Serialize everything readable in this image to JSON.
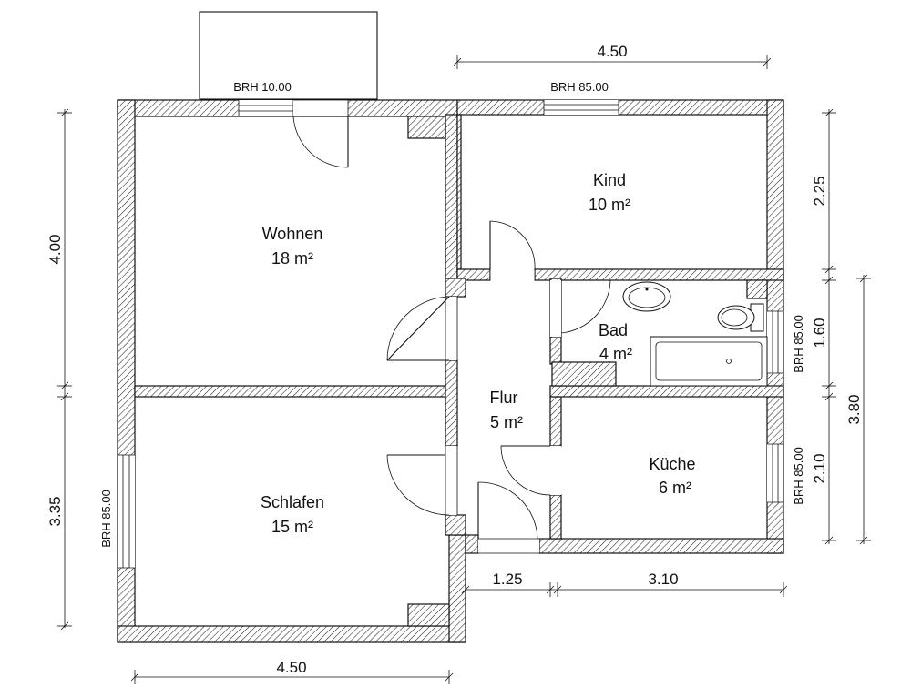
{
  "rooms": {
    "wohnen": {
      "name": "Wohnen",
      "area": "18 m²"
    },
    "kind": {
      "name": "Kind",
      "area": "10 m²"
    },
    "bad": {
      "name": "Bad",
      "area": "4 m²"
    },
    "flur": {
      "name": "Flur",
      "area": "5 m²"
    },
    "kueche": {
      "name": "Küche",
      "area": "6 m²"
    },
    "schlafen": {
      "name": "Schlafen",
      "area": "15 m²"
    }
  },
  "dimensions": {
    "top": "4.50",
    "bottom": "4.50",
    "left_upper": "4.00",
    "left_lower": "3.35",
    "right_upper": "2.25",
    "right_middle": "1.60",
    "right_lower": "2.10",
    "right_total": "3.80",
    "bottom_flur": "1.25",
    "bottom_kueche": "3.10"
  },
  "windows": {
    "balcony": "BRH 10.00",
    "kind": "BRH 85.00",
    "schlafen": "BRH 85.00",
    "bad": "BRH 85.00",
    "kueche": "BRH 85.00"
  }
}
